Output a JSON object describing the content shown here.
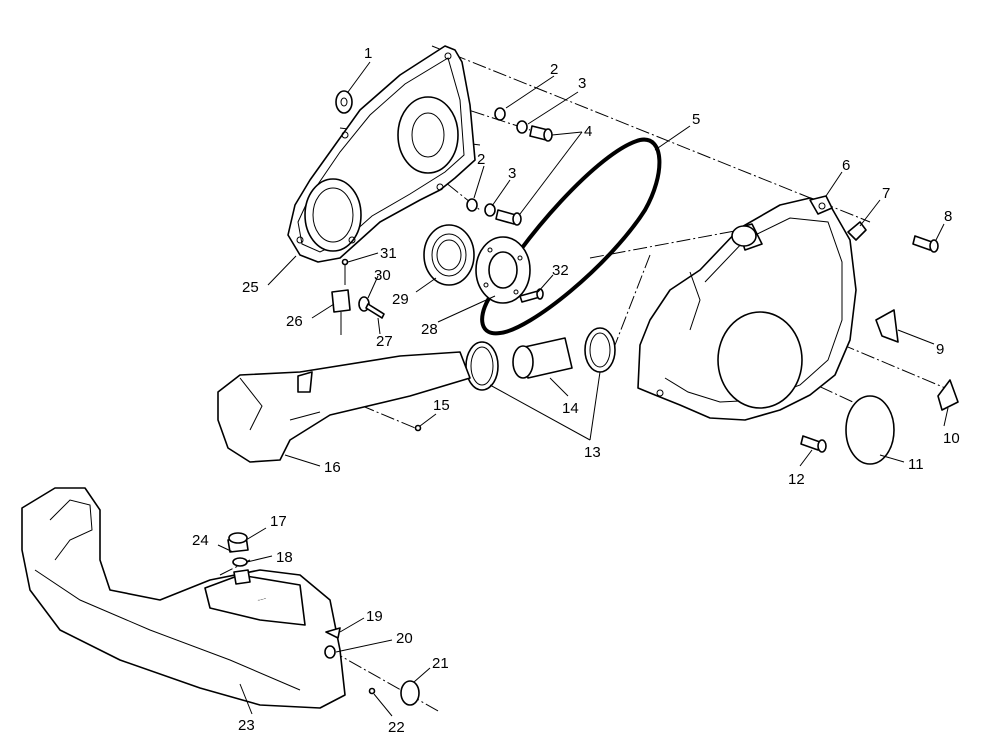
{
  "callouts": {
    "c1": "1",
    "c2a": "2",
    "c3a": "3",
    "c4": "4",
    "c5": "5",
    "c6": "6",
    "c7": "7",
    "c8": "8",
    "c9": "9",
    "c10": "10",
    "c11": "11",
    "c12": "12",
    "c13": "13",
    "c14": "14",
    "c15": "15",
    "c16": "16",
    "c17": "17",
    "c18": "18",
    "c19": "19",
    "c20": "20",
    "c21": "21",
    "c22": "22",
    "c23": "23",
    "c24": "24",
    "c25": "25",
    "c26": "26",
    "c27": "27",
    "c28": "28",
    "c29": "29",
    "c30": "30",
    "c31": "31",
    "c32": "32",
    "c2b": "2",
    "c3b": "3"
  },
  "colors": {
    "line": "#000000",
    "background": "#ffffff"
  }
}
